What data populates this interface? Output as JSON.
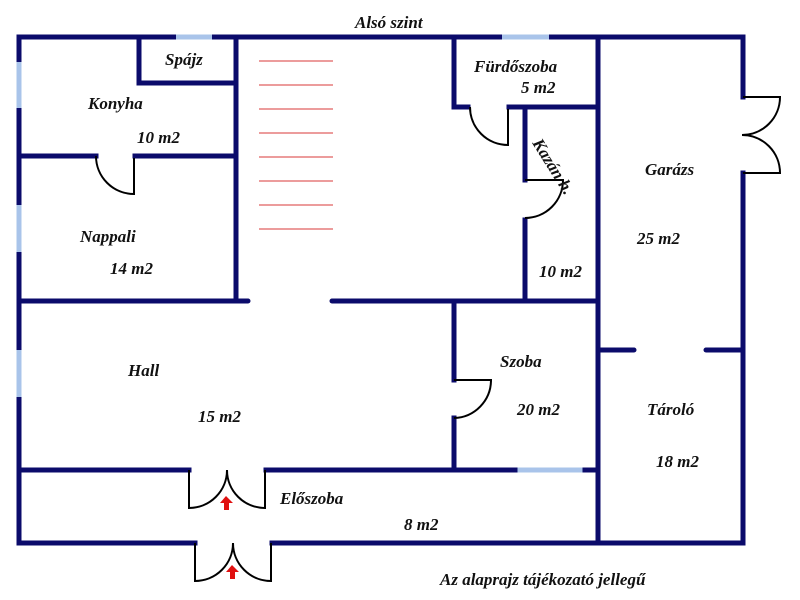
{
  "title": "Alsó szint",
  "footer_note": "Az alaprajz tájékozató jellegű",
  "colors": {
    "wall": "#0b0b6b",
    "window": "#a9c4ea",
    "door_swing": "#000000",
    "stairs": "#e06060",
    "entry_arrow": "#e01010"
  },
  "rooms": [
    {
      "id": "spajz",
      "name": "Spájz",
      "area": ""
    },
    {
      "id": "konyha",
      "name": "Konyha",
      "area": "10 m2"
    },
    {
      "id": "nappali",
      "name": "Nappali",
      "area": "14 m2"
    },
    {
      "id": "furdoszoba",
      "name": "Fürdőszoba",
      "area": "5 m2"
    },
    {
      "id": "kazan",
      "name": "Kazán h.",
      "area": "10 m2"
    },
    {
      "id": "garazs",
      "name": "Garázs",
      "area": "25 m2"
    },
    {
      "id": "hall",
      "name": "Hall",
      "area": "15 m2"
    },
    {
      "id": "szoba",
      "name": "Szoba",
      "area": "20 m2"
    },
    {
      "id": "tarolo",
      "name": "Tároló",
      "area": "18 m2"
    },
    {
      "id": "eloszoba",
      "name": "Előszoba",
      "area": "8 m2"
    }
  ],
  "stairs": {
    "steps": 8
  },
  "icons": {
    "entry_arrow": "entry-arrow-icon"
  }
}
